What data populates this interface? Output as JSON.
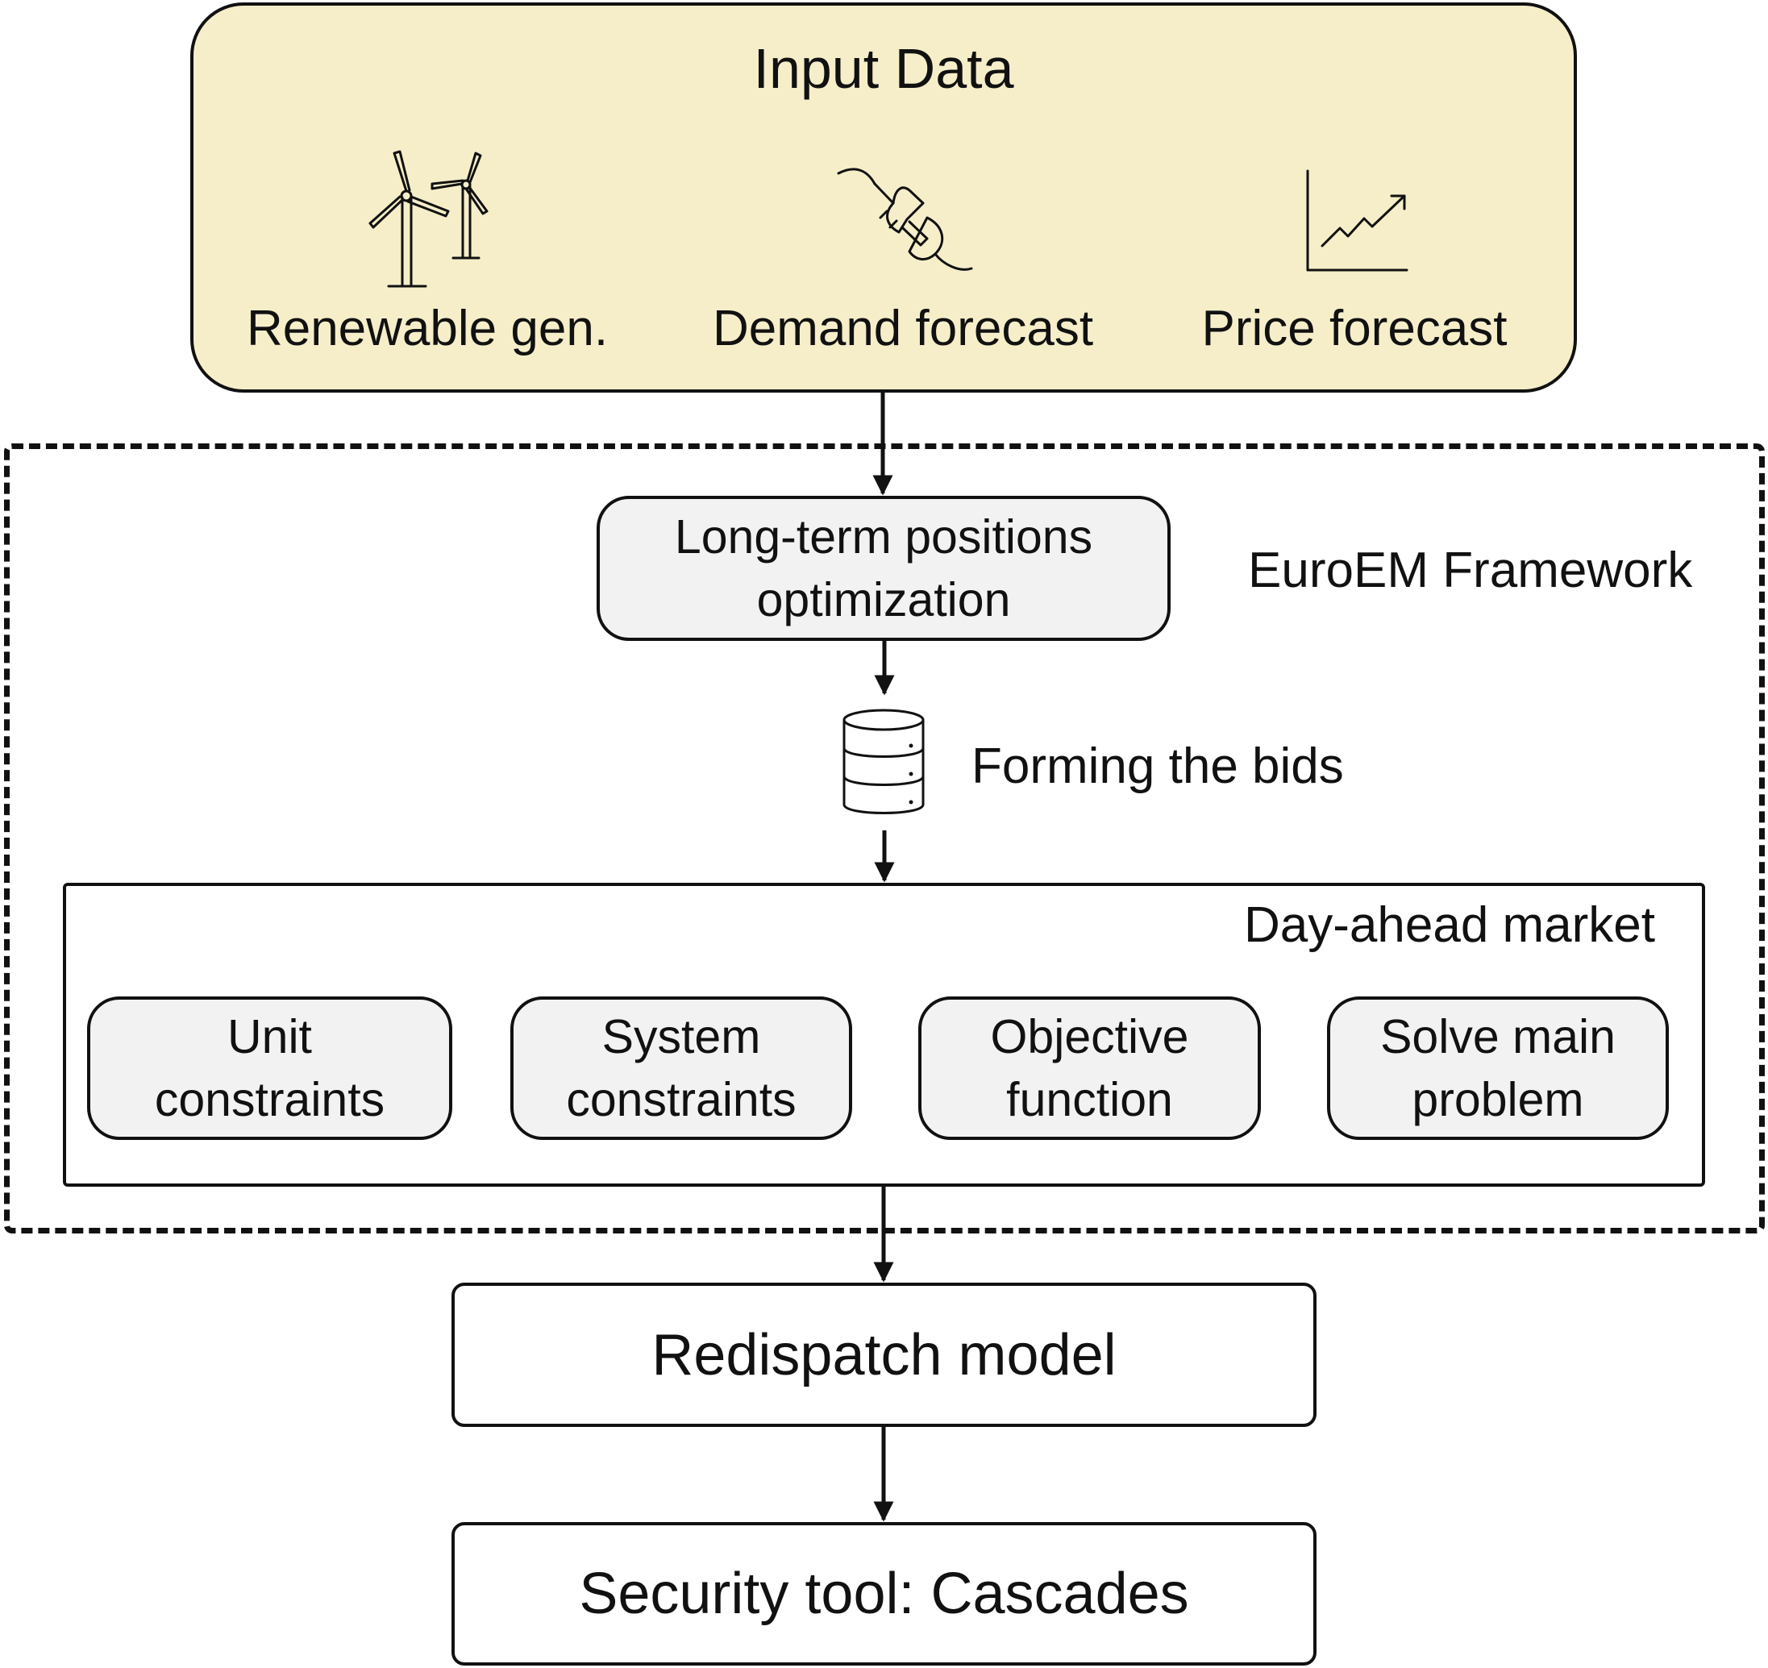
{
  "input_data": {
    "title": "Input Data",
    "items": [
      {
        "label": "Renewable gen.",
        "icon": "wind-turbine-icon"
      },
      {
        "label": "Demand forecast",
        "icon": "power-plug-icon"
      },
      {
        "label": "Price forecast",
        "icon": "line-chart-icon"
      }
    ]
  },
  "framework": {
    "label": "EuroEM Framework",
    "long_term": {
      "line1": "Long-term positions",
      "line2": "optimization"
    },
    "bids": {
      "label": "Forming the bids",
      "icon": "database-icon"
    },
    "market": {
      "label": "Day-ahead market",
      "steps": [
        {
          "line1": "Unit",
          "line2": "constraints"
        },
        {
          "line1": "System",
          "line2": "constraints"
        },
        {
          "line1": "Objective",
          "line2": "function"
        },
        {
          "line1": "Solve main",
          "line2": "problem"
        }
      ]
    }
  },
  "redispatch": {
    "label": "Redispatch model"
  },
  "security": {
    "label": "Security tool: Cascades"
  },
  "colors": {
    "input_fill": "#f5eec9",
    "step_fill": "#f2f2f2",
    "stroke": "#111111"
  }
}
